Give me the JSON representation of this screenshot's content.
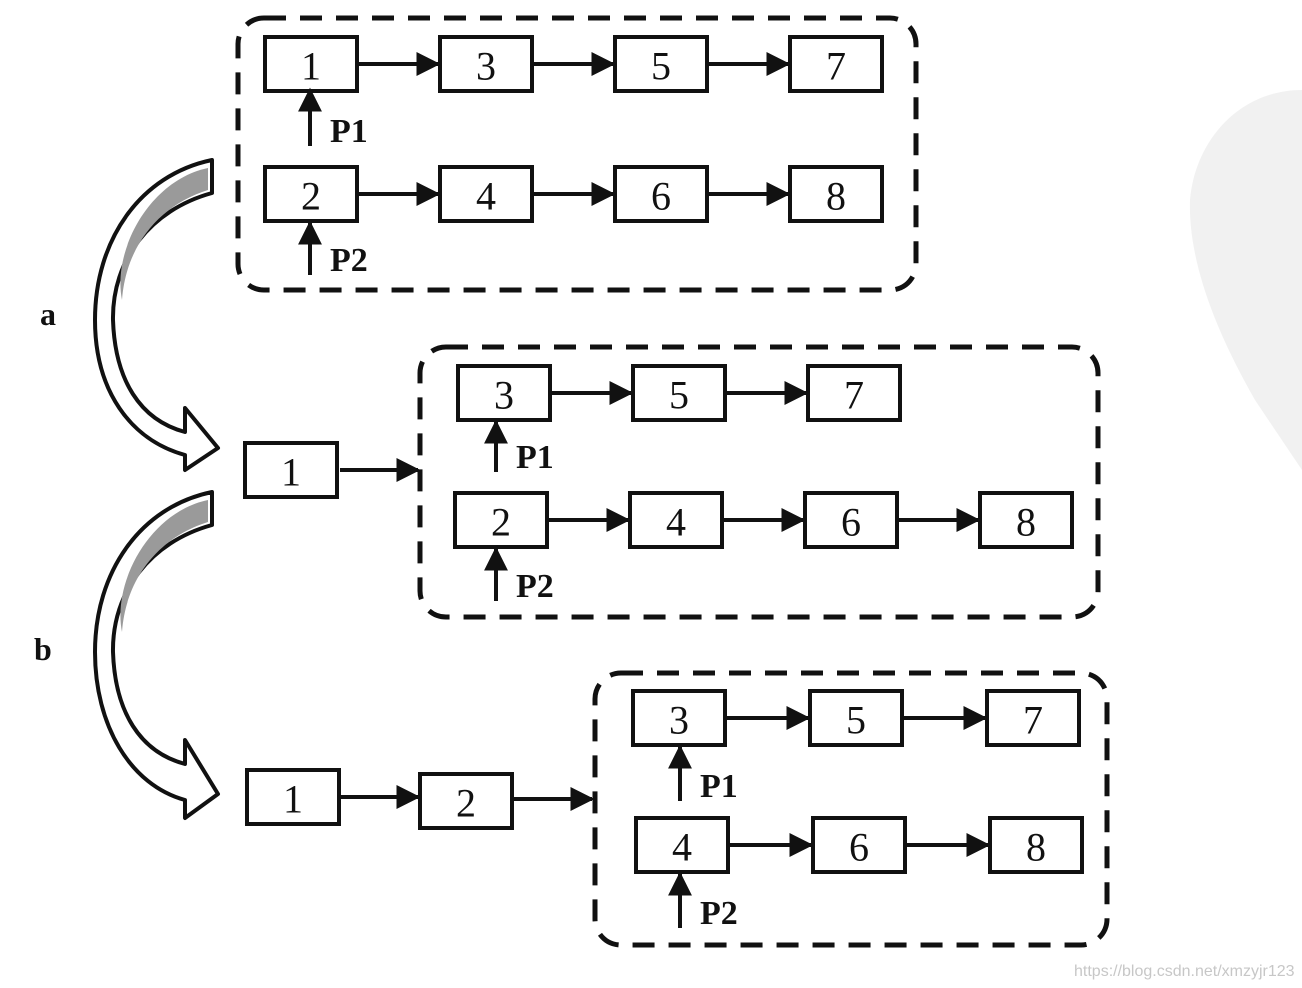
{
  "diagram": {
    "steps": [
      {
        "id": "initial",
        "label": "",
        "detached": [],
        "list1": [
          "1",
          "3",
          "5",
          "7"
        ],
        "list2": [
          "2",
          "4",
          "6",
          "8"
        ]
      },
      {
        "id": "after-a",
        "label": "a",
        "detached": [
          "1"
        ],
        "list1": [
          "3",
          "5",
          "7"
        ],
        "list2": [
          "2",
          "4",
          "6",
          "8"
        ]
      },
      {
        "id": "after-b",
        "label": "b",
        "detached": [
          "1",
          "2"
        ],
        "list1": [
          "3",
          "5",
          "7"
        ],
        "list2": [
          "4",
          "6",
          "8"
        ]
      }
    ],
    "pointers": {
      "p1": "P1",
      "p2": "P2"
    },
    "colors": {
      "ink": "#111111",
      "shade": "#9a9a9a"
    }
  },
  "watermark": "https://blog.csdn.net/xmzyjr123"
}
